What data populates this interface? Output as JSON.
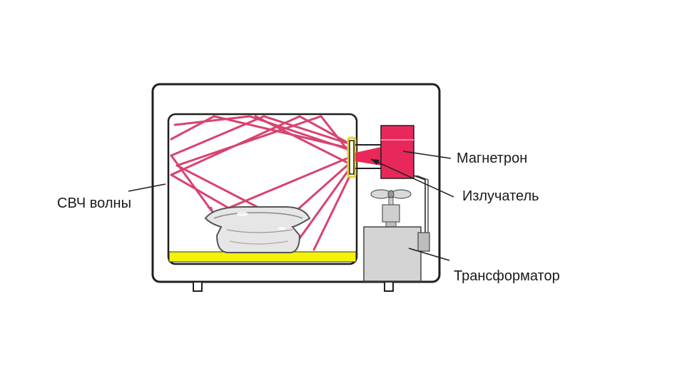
{
  "labels": {
    "microwaves": "СВЧ волны",
    "magnetron": "Магнетрон",
    "emitter": "Излучатель",
    "transformer": "Трансформатор"
  },
  "colors": {
    "waves": "#d8436f",
    "magnetron": "#e8285a",
    "tray": "#f2f20a",
    "transformer": "#d4d4d4",
    "outline": "#1f1f1f",
    "emitter_frame": "#e7d22a"
  }
}
